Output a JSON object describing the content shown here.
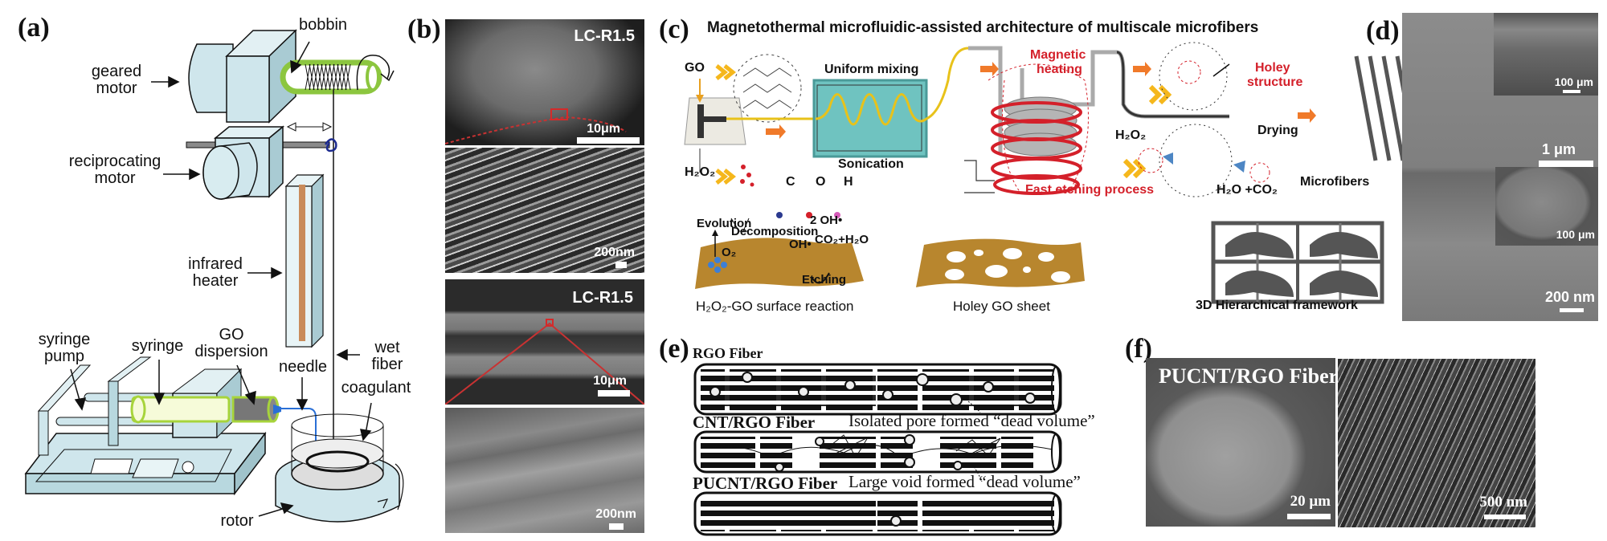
{
  "panels": {
    "a": {
      "label": "(a)",
      "components": {
        "bobbin": "bobbin",
        "geared_motor_1": "geared",
        "geared_motor_2": "motor",
        "reciprocating_motor_1": "reciprocating",
        "reciprocating_motor_2": "motor",
        "infrared_heater_1": "infrared",
        "infrared_heater_2": "heater",
        "syringe_pump_1": "syringe",
        "syringe_pump_2": "pump",
        "syringe": "syringe",
        "go_dispersion_1": "GO",
        "go_dispersion_2": "dispersion",
        "needle": "needle",
        "wet_fiber_1": "wet",
        "wet_fiber_2": "fiber",
        "coagulant": "coagulant",
        "rotor": "rotor"
      },
      "colors": {
        "machine": "#cfe6ec",
        "bobbin": "#8cc63f",
        "heater_rod": "#c98b5a",
        "needle": "#2a6fd6"
      }
    },
    "b": {
      "label": "(b)",
      "images": [
        {
          "sample": "LC-R1.5",
          "scale": "10μm"
        },
        {
          "sample": "",
          "scale": "200nm"
        },
        {
          "sample": "LC-R1.5",
          "scale": "10μm"
        },
        {
          "sample": "",
          "scale": "200nm"
        }
      ]
    },
    "c": {
      "label": "(c)",
      "title": "Magnetothermal microfluidic-assisted architecture of multiscale microfibers",
      "inputs": {
        "go": "GO",
        "h2o2": "H₂O₂"
      },
      "steps": {
        "uniform_mixing": "Uniform mixing",
        "sonication": "Sonication",
        "magnetic_heating_1": "Magnetic",
        "magnetic_heating_2": "heating",
        "fast_etching": "Fast etching process",
        "holey_structure_1": "Holey",
        "holey_structure_2": "structure",
        "drying": "Drying",
        "microfibers": "Microfibers",
        "h2o2_label": "H₂O₂",
        "products": "H₂O +CO₂"
      },
      "legend": [
        {
          "symbol": "C",
          "color": "#2b3a8f"
        },
        {
          "symbol": "O",
          "color": "#d4202a"
        },
        {
          "symbol": "H",
          "color": "#d65ab8"
        }
      ],
      "reaction": {
        "evolution": "Evolution",
        "decomposition": "Decomposition",
        "oh2": "2 OH•",
        "oh": "OH•",
        "o2": "O₂",
        "co2_h2o": "CO₂+H₂O",
        "etching": "Etching",
        "h": "H",
        "o": "O"
      },
      "captions": {
        "surface_reaction": "H₂O₂-GO surface reaction",
        "holey_sheet": "Holey GO sheet",
        "framework": "3D Hierarchical  framework"
      },
      "colors": {
        "arrow": "#f07a2a",
        "chevron": "#f5b71c",
        "mixing_box": "#6fc3c0",
        "sheet": "#b8862e",
        "red_text": "#d4202a"
      }
    },
    "d": {
      "label": "(d)",
      "scales": [
        "100 μm",
        "1 μm",
        "100 μm",
        "200 nm"
      ]
    },
    "e": {
      "label": "(e)",
      "fibers": [
        {
          "name": "RGO Fiber",
          "note": ""
        },
        {
          "name": "CNT/RGO Fiber",
          "note": "Isolated pore formed “dead volume”"
        },
        {
          "name": "PUCNT/RGO Fiber",
          "note": "Large void formed “dead volume”"
        }
      ]
    },
    "f": {
      "label": "(f)",
      "images": [
        {
          "title": "PUCNT/RGO Fiber",
          "scale": "20 μm"
        },
        {
          "title": "",
          "scale": "500 nm"
        }
      ]
    }
  }
}
